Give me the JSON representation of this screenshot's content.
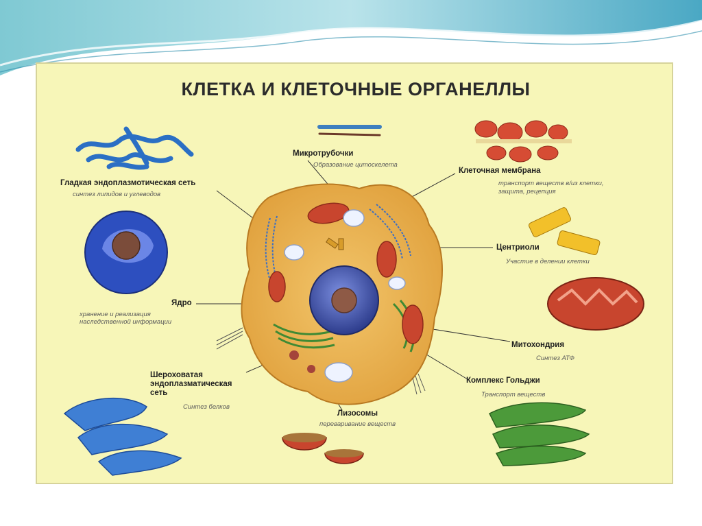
{
  "title": "КЛЕТКА И КЛЕТОЧНЫЕ ОРГАНЕЛЛЫ",
  "labels": {
    "microtubules": {
      "name": "Микротрубочки",
      "desc": "Образование цитоскелета"
    },
    "cell_membrane": {
      "name": "Клеточная мембрана",
      "desc_line1": "транспорт веществ в/из клетки,",
      "desc_line2": "защита, рецепция"
    },
    "smooth_er": {
      "name": "Гладкая эндоплазмотическая сеть",
      "desc": "синтез липидов и углеводов"
    },
    "centrioles": {
      "name": "Центриоли",
      "desc": "Участие в делении клетки"
    },
    "nucleus": {
      "name": "Ядро",
      "desc_line1": "хранение и реализация",
      "desc_line2": "наследственной информации"
    },
    "mitochondria": {
      "name": "Митохондрия",
      "desc": "Синтез АТФ"
    },
    "rough_er": {
      "name_line1": "Шероховатая",
      "name_line2": "эндоплазматическая",
      "name_line3": "сеть",
      "desc": "Синтез белков"
    },
    "golgi": {
      "name": "Комплекс Гольджи",
      "desc": "Транспорт веществ"
    },
    "lysosomes": {
      "name": "Лизосомы",
      "desc": "переваривание веществ"
    }
  },
  "colors": {
    "poster_background": "#f7f6b8",
    "cell_cytoplasm": "#e8b44e",
    "nucleus": "#4a5fb0",
    "mitochondria": "#c8452e",
    "er_blue": "#3b7fd4",
    "golgi_green": "#4c9a3a",
    "centriole_yellow": "#f2c02a"
  }
}
